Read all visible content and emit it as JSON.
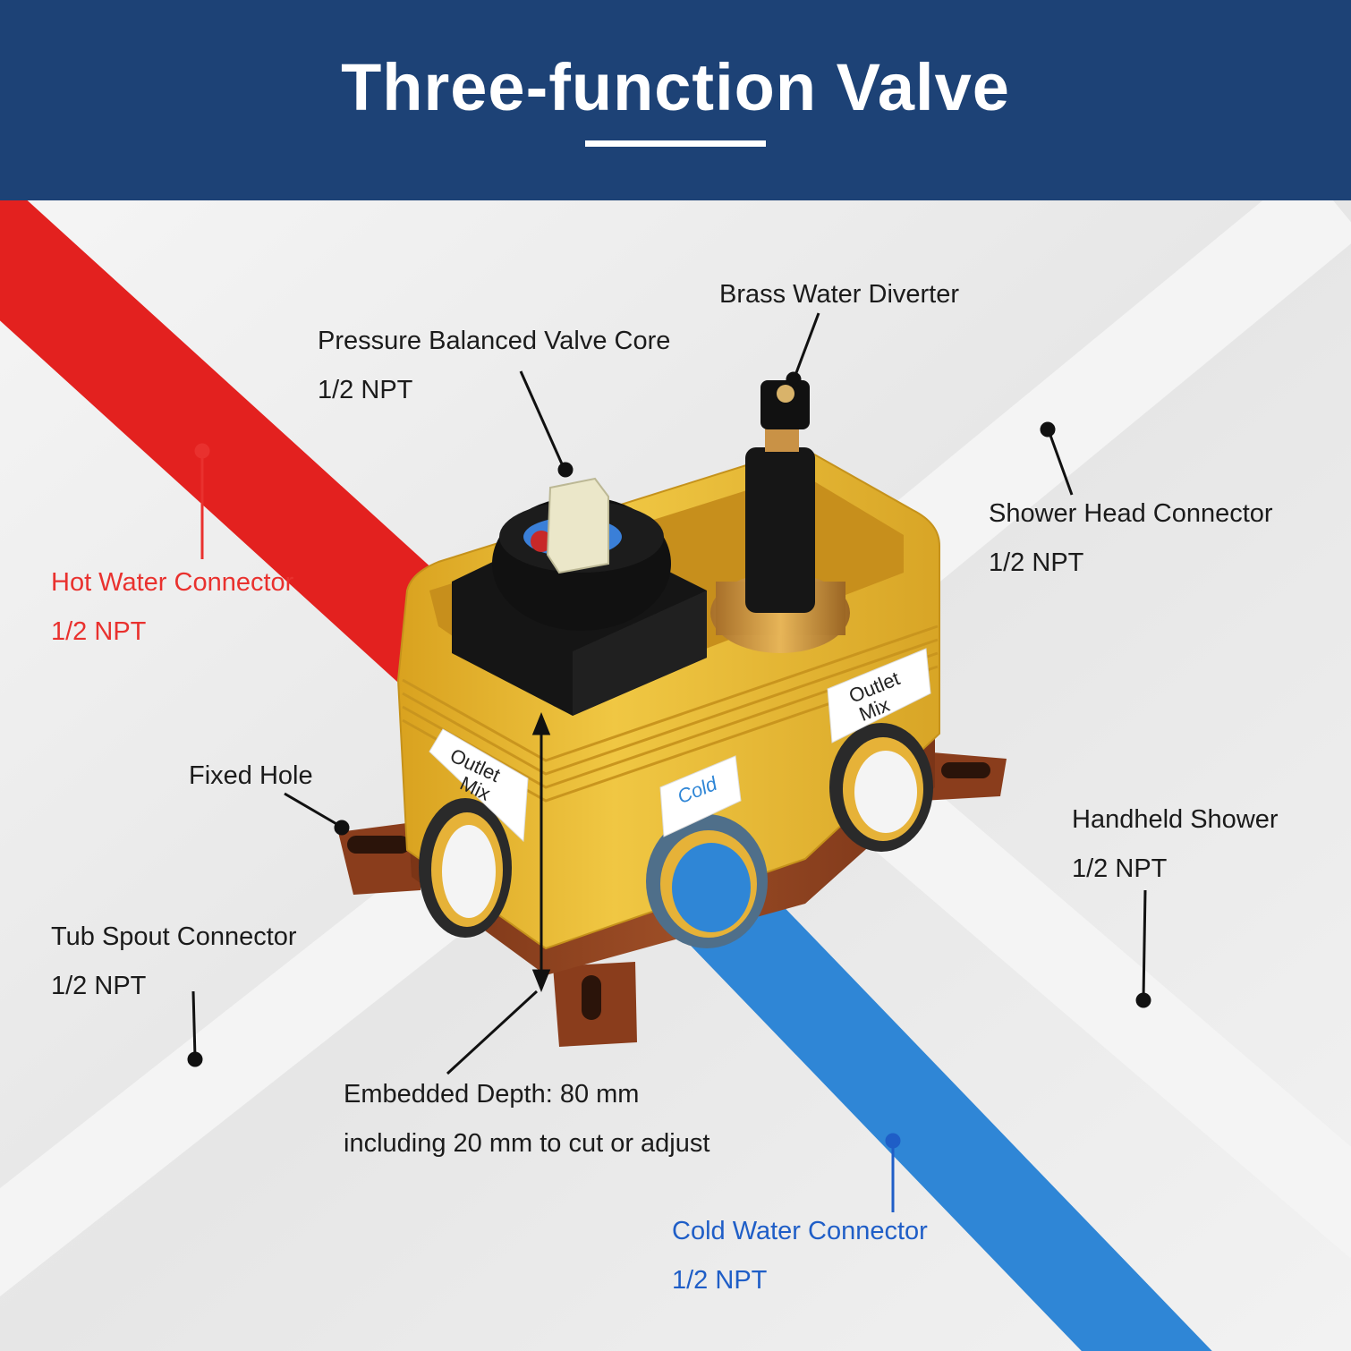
{
  "header": {
    "title": "Three-function Valve",
    "background": "#1d4276"
  },
  "callouts": {
    "brass_diverter": {
      "name": "Brass Water Diverter"
    },
    "valve_core": {
      "name": "Pressure Balanced Valve Core",
      "spec": "1/2 NPT"
    },
    "shower_head": {
      "name": "Shower Head Connector",
      "spec": "1/2 NPT"
    },
    "hot_water": {
      "name": "Hot Water Connector",
      "spec": "1/2 NPT",
      "color": "#e9312e"
    },
    "fixed_hole": {
      "name": "Fixed Hole"
    },
    "handheld": {
      "name": "Handheld Shower",
      "spec": "1/2 NPT"
    },
    "tub_spout": {
      "name": "Tub Spout Connector",
      "spec": "1/2 NPT"
    },
    "depth": {
      "line1": "Embedded Depth: 80 mm",
      "line2": "including 20 mm to cut or adjust"
    },
    "cold_water": {
      "name": "Cold Water Connector",
      "spec": "1/2 NPT",
      "color": "#1f5ec7"
    }
  },
  "valve_tags": {
    "outlet_left": [
      "Outlet",
      "Mix"
    ],
    "outlet_right": [
      "Outlet",
      "Mix"
    ],
    "cold": "Cold"
  },
  "colors": {
    "hot_pipe": "#e3211f",
    "cold_pipe": "#2f86d6",
    "white_pipe": "#f4f4f4",
    "valve_body": "#e8b730",
    "valve_base": "#8a3d1c"
  }
}
